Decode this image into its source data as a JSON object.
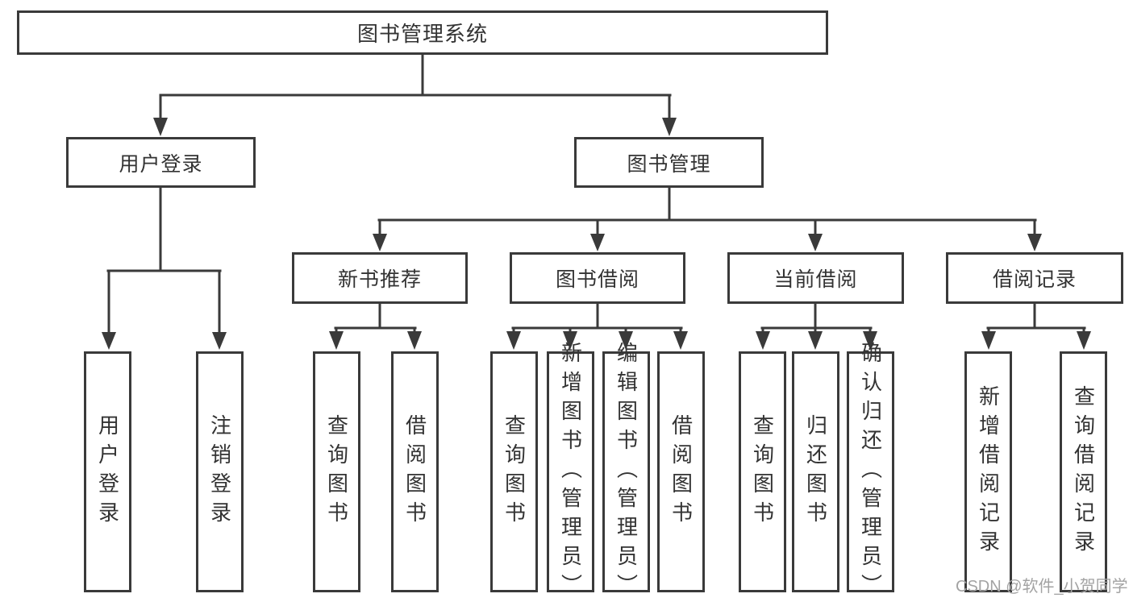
{
  "diagram": {
    "root": {
      "label": "图书管理系统"
    },
    "level2": [
      {
        "label": "用户登录"
      },
      {
        "label": "图书管理"
      }
    ],
    "level3": [
      {
        "label": "新书推荐"
      },
      {
        "label": "图书借阅"
      },
      {
        "label": "当前借阅"
      },
      {
        "label": "借阅记录"
      }
    ],
    "leaves": [
      {
        "label": "用户登录"
      },
      {
        "label": "注销登录"
      },
      {
        "label": "查询图书"
      },
      {
        "label": "借阅图书"
      },
      {
        "label": "查询图书"
      },
      {
        "label": "新增图书（管理员）"
      },
      {
        "label": "编辑图书（管理员）"
      },
      {
        "label": "借阅图书"
      },
      {
        "label": "查询图书"
      },
      {
        "label": "归还图书"
      },
      {
        "label": "确认归还（管理员）"
      },
      {
        "label": "新增借阅记录"
      },
      {
        "label": "查询借阅记录"
      }
    ]
  },
  "watermark": {
    "text": "CSDN @软件_小贺同学"
  },
  "colors": {
    "line": "#3a3a3a",
    "text": "#333333",
    "watermark": "#a3a3a3",
    "background": "#ffffff"
  }
}
